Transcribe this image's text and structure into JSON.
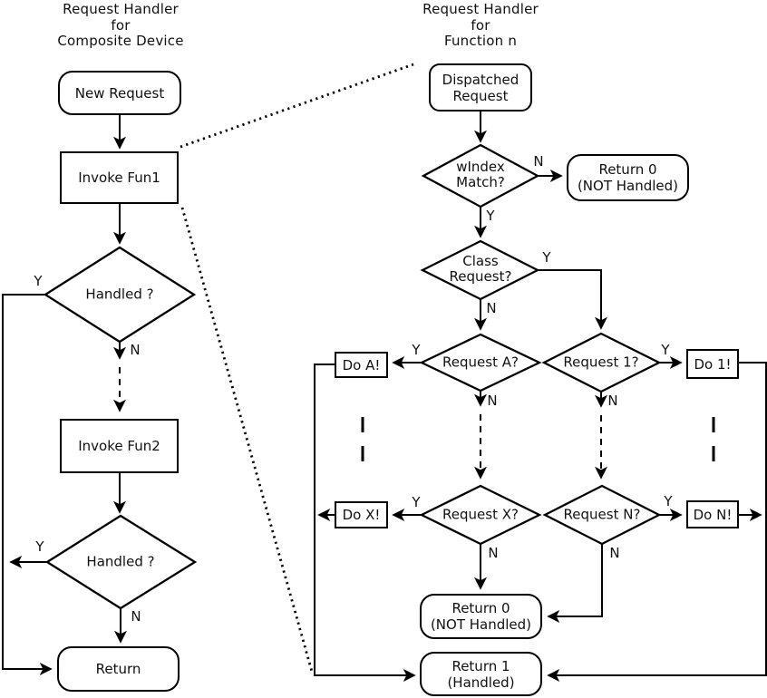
{
  "colors": {
    "background": "#ffffff",
    "line": "#000000",
    "text": "#111111"
  },
  "left_chart": {
    "title": "Request Handler\nfor\nComposite Device",
    "nodes": {
      "new_request": "New Request",
      "invoke_fun1": "Invoke Fun1",
      "handled_1": "Handled ?",
      "invoke_fun2": "Invoke Fun2",
      "handled_2": "Handled ?",
      "return_node": "Return"
    },
    "labels": {
      "handled1_yes": "Y",
      "handled1_no": "N",
      "handled2_yes": "Y",
      "handled2_no": "N"
    }
  },
  "right_chart": {
    "title": "Request Handler\nfor\nFunction n",
    "nodes": {
      "dispatched": "Dispatched\nRequest",
      "windex": "wIndex\nMatch?",
      "return0_top": "Return 0\n(NOT Handled)",
      "class_req": "Class\nRequest?",
      "req_a": "Request A?",
      "req_1": "Request 1?",
      "do_a": "Do A!",
      "do_1": "Do 1!",
      "req_x": "Request X?",
      "req_n": "Request N?",
      "do_x": "Do X!",
      "do_n": "Do N!",
      "return0_bottom": "Return 0\n(NOT Handled)",
      "return1": "Return 1\n(Handled)"
    },
    "labels": {
      "windex_no": "N",
      "windex_yes": "Y",
      "class_yes": "Y",
      "class_no": "N",
      "req_a_yes": "Y",
      "req_a_no": "N",
      "req_1_yes": "Y",
      "req_1_no": "N",
      "req_x_yes": "Y",
      "req_x_no": "N",
      "req_n_yes": "Y",
      "req_n_no": "N"
    }
  }
}
